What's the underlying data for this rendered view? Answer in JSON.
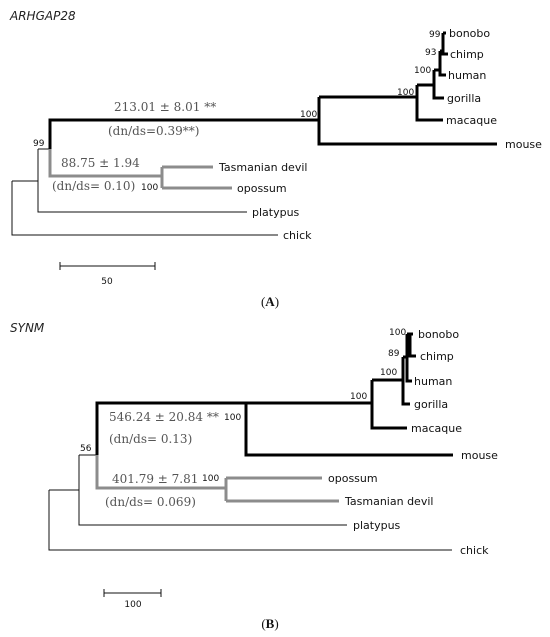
{
  "panels": [
    {
      "gene": "ARHGAP28",
      "panel_label": "A",
      "stat_primate": "213.01 ± 8.01 **",
      "dnds_primate": "(dn/ds=0.39**)",
      "stat_marsupial": "88.75 ± 1.94",
      "dnds_marsupial": "(dn/ds= 0.10)",
      "scale_label": "50",
      "taxa": [
        "bonobo",
        "chimp",
        "human",
        "gorilla",
        "macaque",
        "mouse",
        "Tasmanian devil",
        "opossum",
        "platypus",
        "chick"
      ],
      "bootstrap": [
        "99",
        "93",
        "100",
        "100",
        "100",
        "99",
        "100"
      ]
    },
    {
      "gene": "SYNM",
      "panel_label": "B",
      "stat_primate": "546.24 ± 20.84 **",
      "dnds_primate": "(dn/ds= 0.13)",
      "stat_marsupial": "401.79 ± 7.81",
      "dnds_marsupial": "(dn/ds= 0.069)",
      "scale_label": "100",
      "taxa": [
        "bonobo",
        "chimp",
        "human",
        "gorilla",
        "macaque",
        "mouse",
        "opossum",
        "Tasmanian devil",
        "platypus",
        "chick"
      ],
      "bootstrap": [
        "100",
        "89",
        "100",
        "100",
        "100",
        "56",
        "100"
      ]
    }
  ],
  "colors": {
    "thin": "#111111",
    "primate_lineage": "#000000",
    "marsupial_lineage": "#8c8c8c"
  }
}
